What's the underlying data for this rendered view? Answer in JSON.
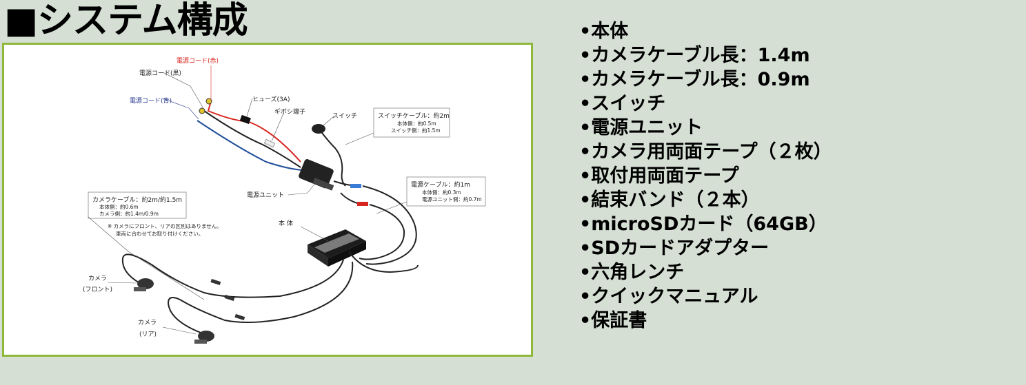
{
  "title": "■システム構成",
  "diagram": {
    "labels": {
      "power_red": "電源コード(赤)",
      "power_black": "電源コード(黒)",
      "power_blue": "電源コード(青)",
      "fuse": "ヒューズ(3A)",
      "gibosi": "ギボシ端子",
      "switch": "スイッチ",
      "switch_cable": "スイッチケーブル：約2m",
      "switch_cable_body": "本体側：約0.5m",
      "switch_cable_switch": "スイッチ側：約1.5m",
      "power_unit": "電源ユニット",
      "power_cable": "電源ケーブル：約1m",
      "power_cable_body": "本体側：約0.3m",
      "power_cable_unit": "電源ユニット側：約0.7m",
      "camera_cable": "カメラケーブル：約2m/約1.5m",
      "camera_cable_body": "本体側：約0.6m",
      "camera_cable_camera": "カメラ側：約1.4m/0.9m",
      "note_line1": "※ カメラにフロント、リアの区別はありません。",
      "note_line2": "車両に合わせてお取り付けください。",
      "body": "本 体",
      "camera_front": "カメラ",
      "camera_front_sub": "(フロント)",
      "camera_rear": "カメラ",
      "camera_rear_sub": "(リア)"
    },
    "colors": {
      "power_red": "#d8251f",
      "power_blue": "#2b3b8f",
      "frame": "#8db83a"
    }
  },
  "items": [
    "•本体",
    "•カメラケーブル長：1.4m",
    "•カメラケーブル長：0.9m",
    "•スイッチ",
    "•電源ユニット",
    "•カメラ用両面テープ（２枚）",
    "•取付用両面テープ",
    "•結束バンド（２本）",
    "•microSDカード（64GB）",
    "•SDカードアダプター",
    "•六角レンチ",
    "•クイックマニュアル",
    "•保証書"
  ]
}
